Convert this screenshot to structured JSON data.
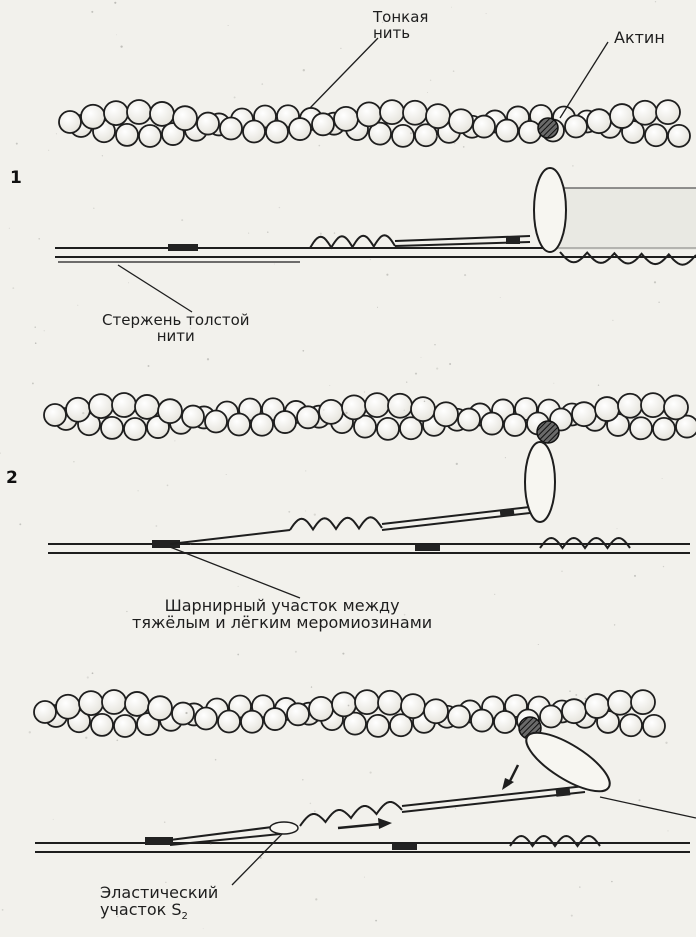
{
  "labels": {
    "thin_line1": "Тонкая",
    "thin_line2": "нить",
    "actin": "Актин",
    "rod_line1": "Стержень толстой",
    "rod_line2": "нити",
    "hinge_line1": "Шарнирный участок между",
    "hinge_line2": "тяжёлым и лёгким меромиозинами",
    "elastic_line1": "Эластический",
    "elastic_line2": "участок S",
    "elastic_sub": "2"
  },
  "panels": [
    "1",
    "2"
  ],
  "colors": {
    "ink": "#1e1e1e",
    "bead_fill": "#f7f6f1",
    "shadow": "#d9d8d2"
  }
}
